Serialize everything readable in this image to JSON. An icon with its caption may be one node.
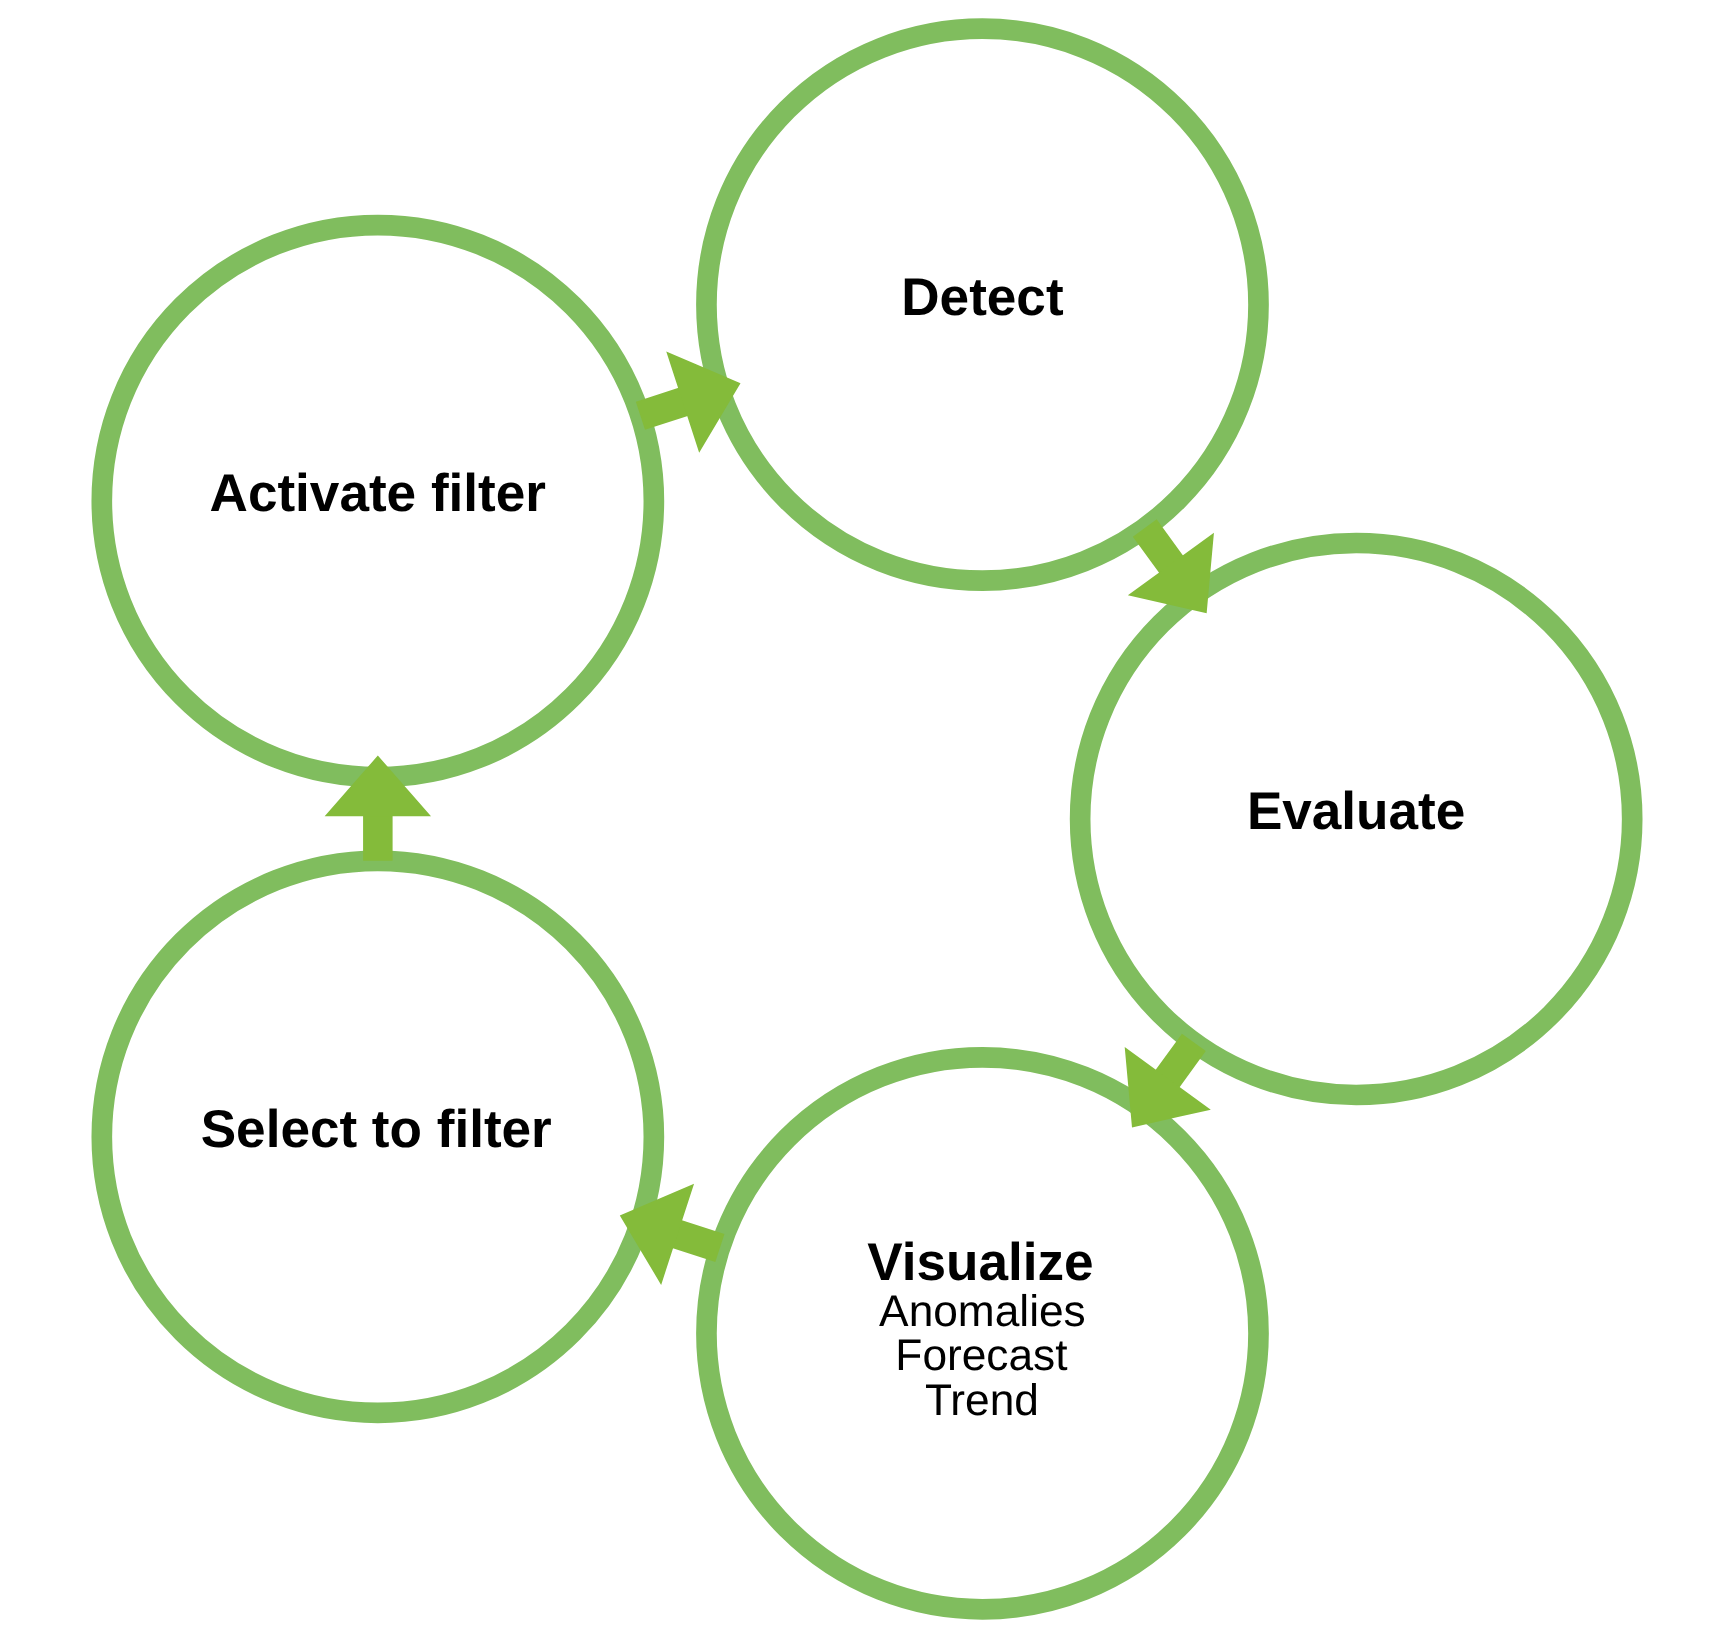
{
  "diagram": {
    "nodes": [
      {
        "text": [
          "Visualize",
          "Anomalies",
          "Forecast",
          "Trend"
        ]
      },
      {
        "text": [
          "Select to filter"
        ]
      },
      {
        "text": [
          "Activate filter"
        ]
      },
      {
        "text": [
          "Detect"
        ]
      },
      {
        "text": [
          "Evaluate"
        ]
      }
    ],
    "edges": [
      {
        "from": 0,
        "to": 1,
        "arrow": "to"
      },
      {
        "from": 1,
        "to": 2,
        "arrow": "to"
      },
      {
        "from": 2,
        "to": 3,
        "arrow": "to"
      },
      {
        "from": 3,
        "to": 4,
        "arrow": "to"
      },
      {
        "from": 4,
        "to": 0,
        "arrow": "to"
      }
    ]
  }
}
